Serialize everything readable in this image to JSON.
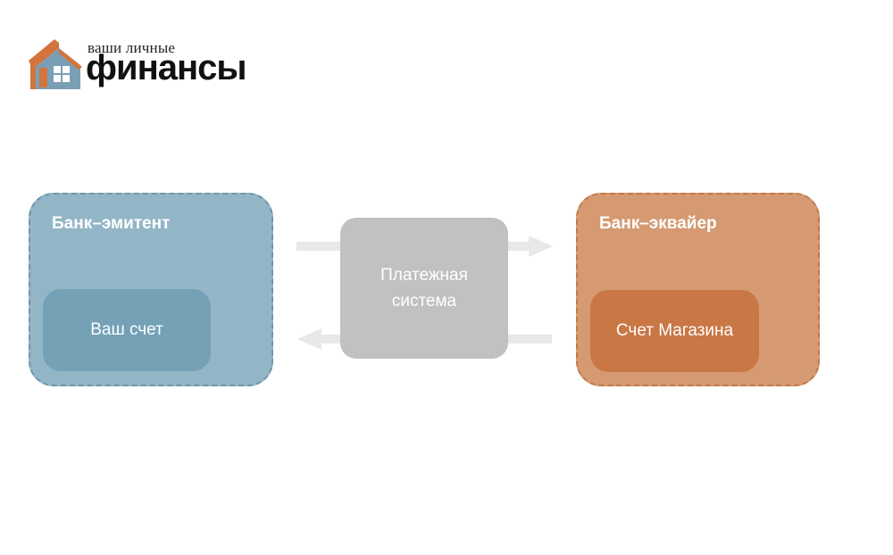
{
  "logo": {
    "line1": "ваши личные",
    "line2": "финансы",
    "icon": "house-icon",
    "colors": {
      "roof": "#d2743c",
      "wall": "#7a9fb5",
      "window": "#ffffff"
    }
  },
  "diagram": {
    "issuer_bank": {
      "title": "Банк–эмитент",
      "account": "Ваш счет",
      "color": "#93b6c7",
      "account_color": "#74a1b6"
    },
    "payment_system": {
      "line1": "Платежная",
      "line2": "система",
      "color": "#c1c1c1"
    },
    "acquirer_bank": {
      "title": "Банк–эквайер",
      "account": "Счет Магазина",
      "color": "#d59a72",
      "account_color": "#c97745"
    },
    "arrows": [
      {
        "direction": "right",
        "color": "#e8e8e8"
      },
      {
        "direction": "left",
        "color": "#e8e8e8"
      }
    ]
  }
}
